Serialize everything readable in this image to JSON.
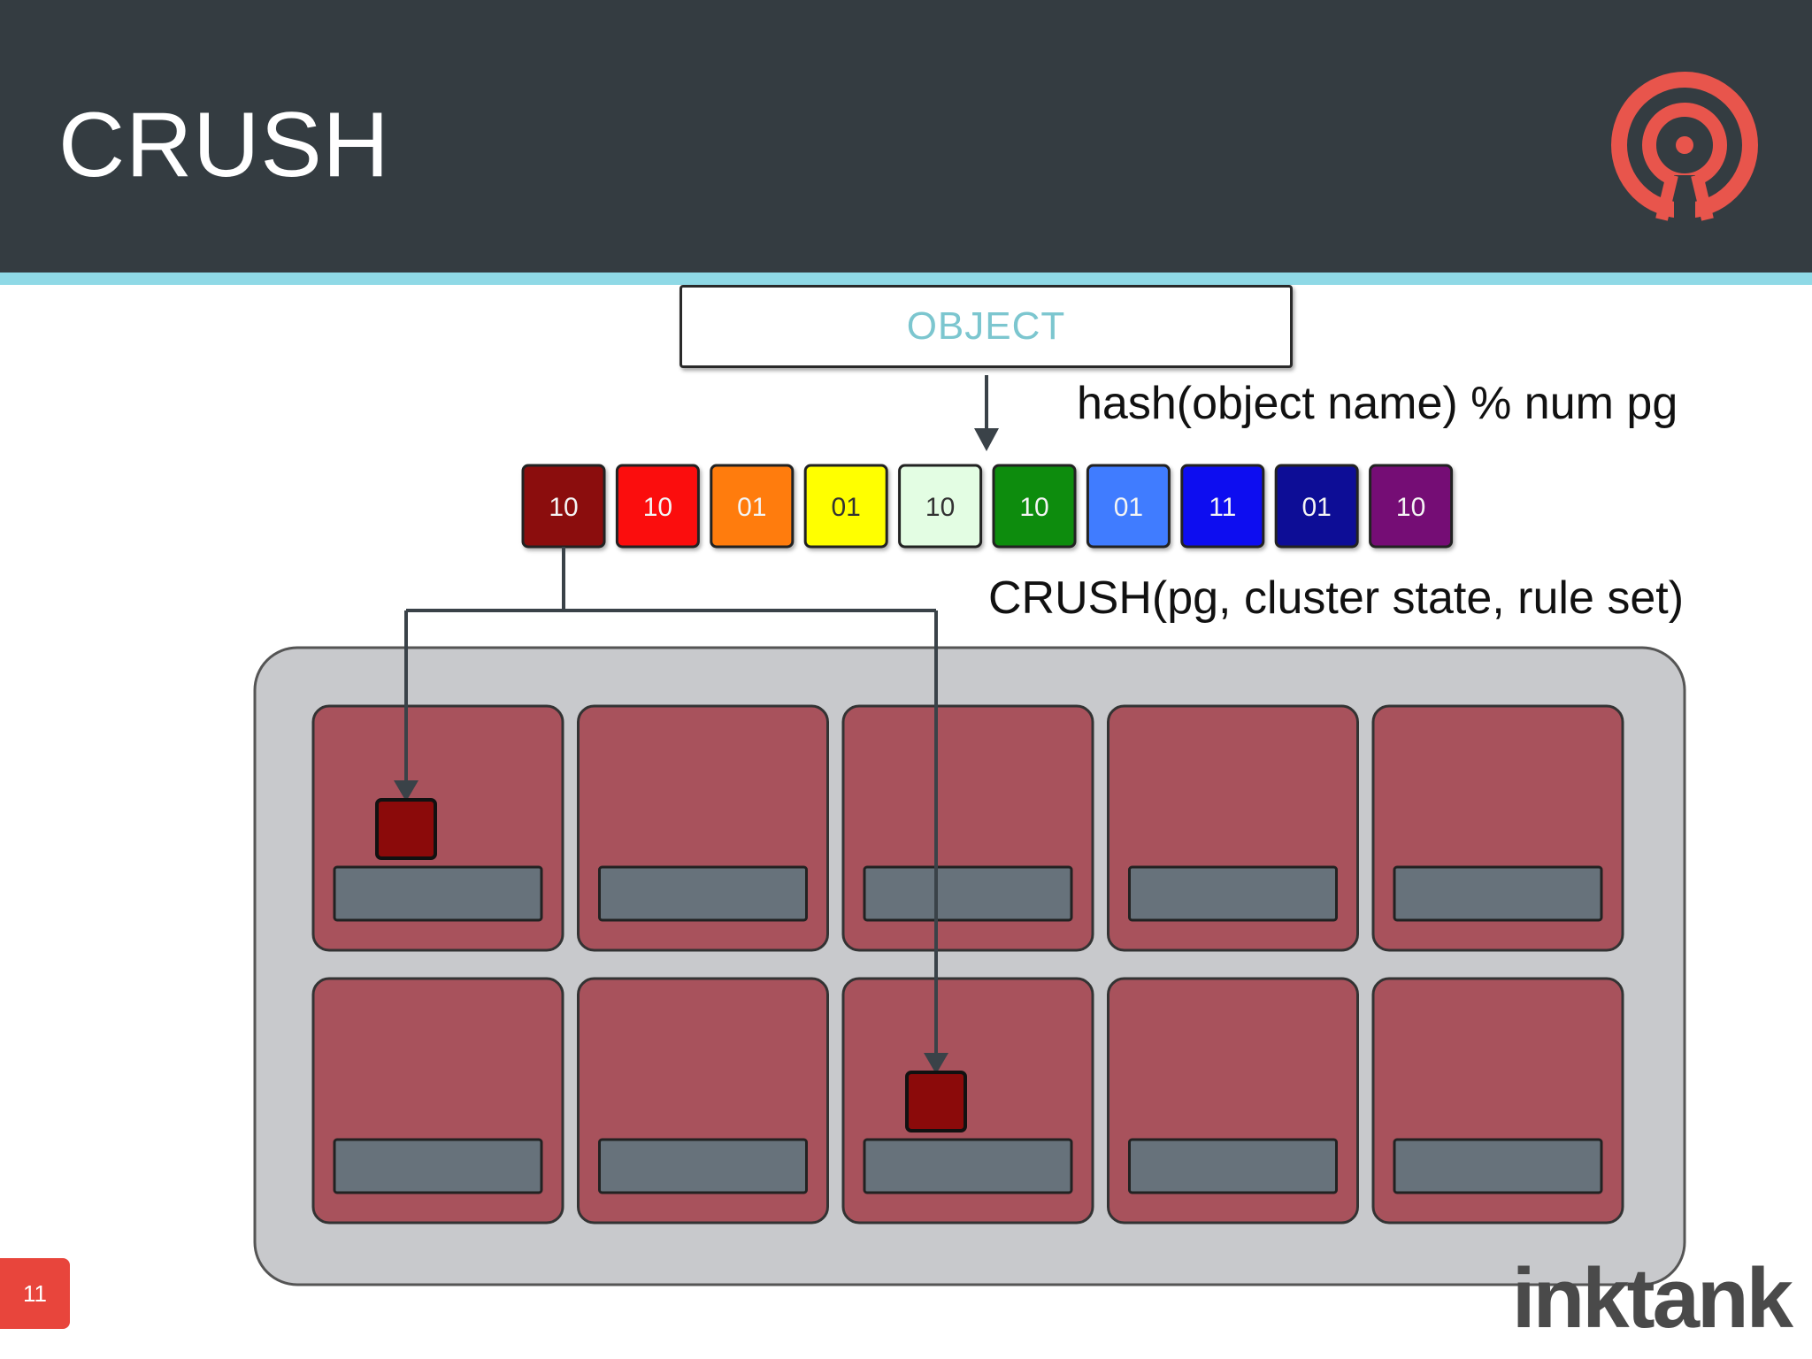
{
  "slide": {
    "title": "CRUSH",
    "page_number": "11",
    "brand": "inktank"
  },
  "object_label": "OBJECT",
  "hash_caption": "hash(object name) % num pg",
  "crush_caption": "CRUSH(pg, cluster state, rule set)",
  "placement_groups": [
    {
      "label": "10",
      "color": "#8b0a0a"
    },
    {
      "label": "10",
      "color": "#fb1010"
    },
    {
      "label": "01",
      "color": "#ff7b10"
    },
    {
      "label": "01",
      "color": "#ffff00"
    },
    {
      "label": "10",
      "color": "#e3fde3"
    },
    {
      "label": "10",
      "color": "#0e8c0e"
    },
    {
      "label": "01",
      "color": "#3f7bff"
    },
    {
      "label": "11",
      "color": "#0d0df0"
    },
    {
      "label": "01",
      "color": "#0a0a96"
    },
    {
      "label": "10",
      "color": "#751075"
    }
  ],
  "cluster": {
    "rows": 2,
    "columns": 5,
    "node_color": "#a8525c",
    "disk_color": "#67727b",
    "placed_pg_color": "#8b0a0a",
    "placement": {
      "pg_index": 0,
      "target_nodes": [
        0,
        7
      ]
    }
  }
}
